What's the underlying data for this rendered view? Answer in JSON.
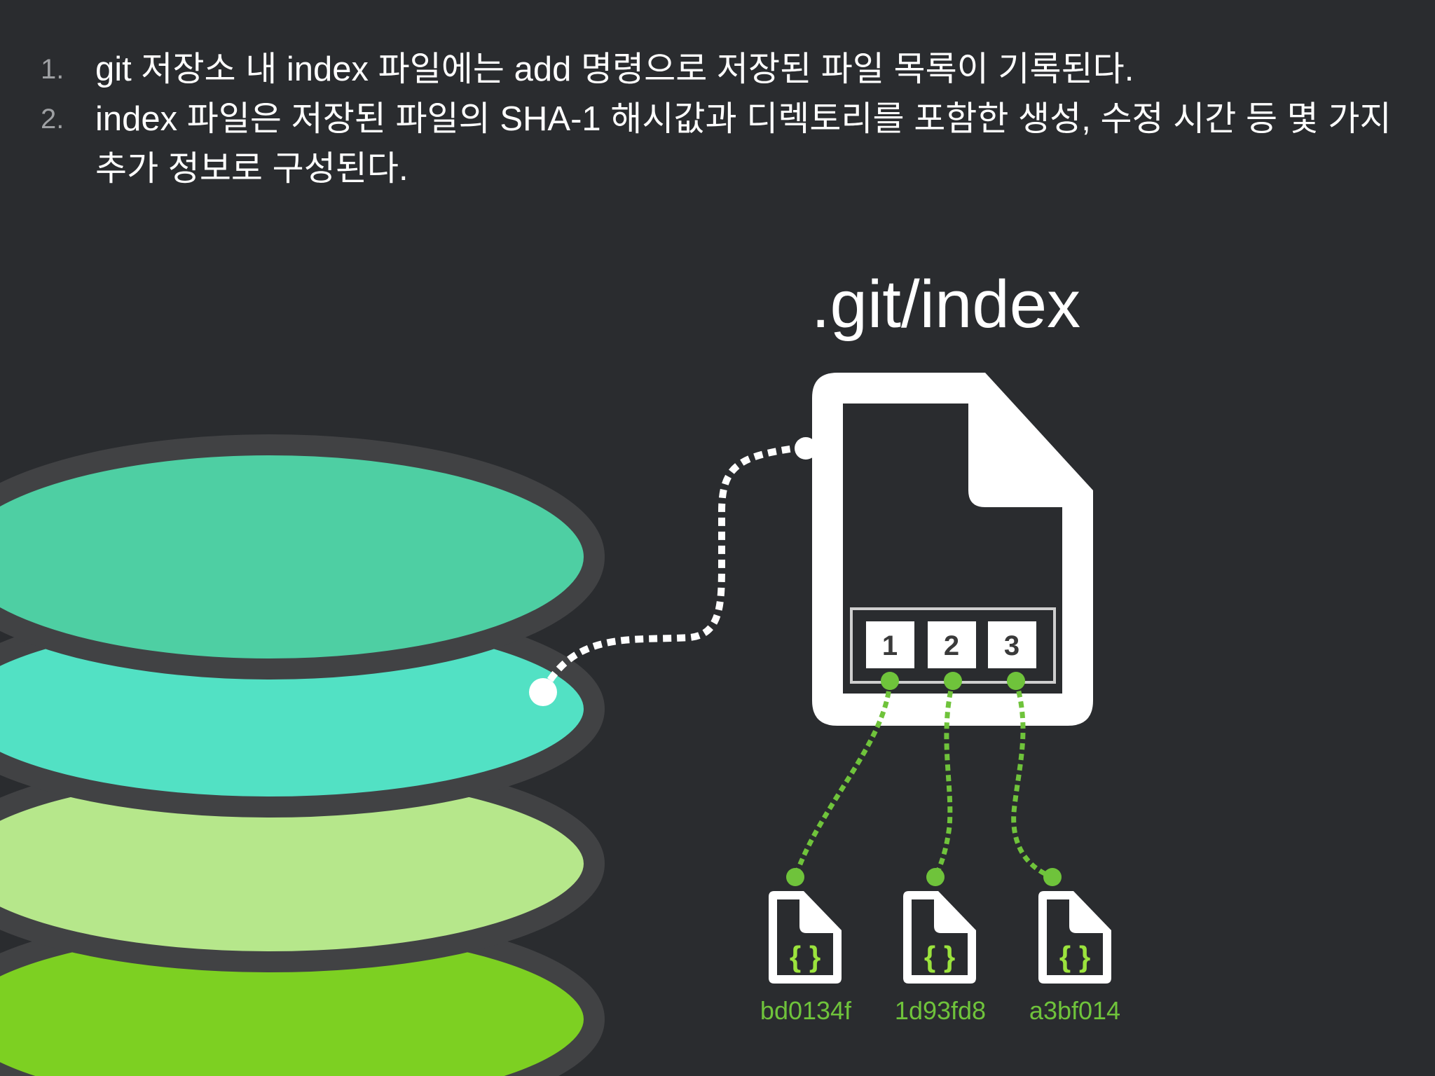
{
  "list": [
    {
      "number": "1.",
      "text": "git 저장소 내 index 파일에는 add 명령으로 저장된 파일 목록이 기록된다."
    },
    {
      "number": "2.",
      "text": "index 파일은 저장된 파일의 SHA-1 해시값과 디렉토리를 포함한 생성, 수정 시간 등 몇 가지 추가 정보로 구성된다."
    }
  ],
  "diagram": {
    "index_file_label": ".git/index",
    "slots": [
      "1",
      "2",
      "3"
    ],
    "objects": [
      "bd0134f",
      "1d93fd8",
      "a3bf014"
    ],
    "object_icon_glyph": "{ }"
  },
  "colors": {
    "background": "#2a2c2f",
    "layer_outline": "#414244",
    "layer_1": "#4ecfa3",
    "layer_2": "#52e1c4",
    "layer_3": "#b6e78b",
    "layer_4": "#7dd022",
    "accent_green": "#6fc33b",
    "white": "#ffffff"
  }
}
